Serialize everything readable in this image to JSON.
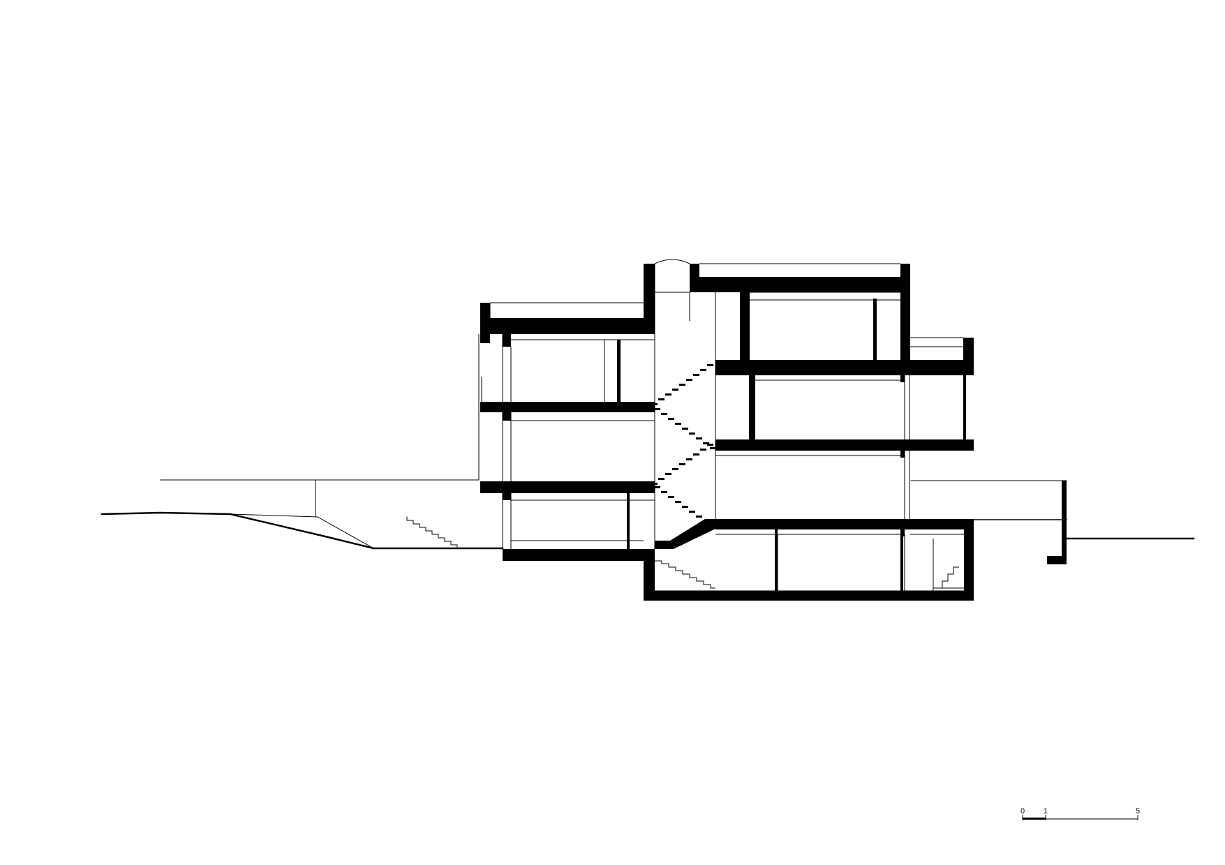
{
  "drawing": {
    "line_color": "#000000",
    "background": "#ffffff"
  },
  "scale_bar": {
    "labels": [
      "0",
      "1",
      "5"
    ]
  }
}
